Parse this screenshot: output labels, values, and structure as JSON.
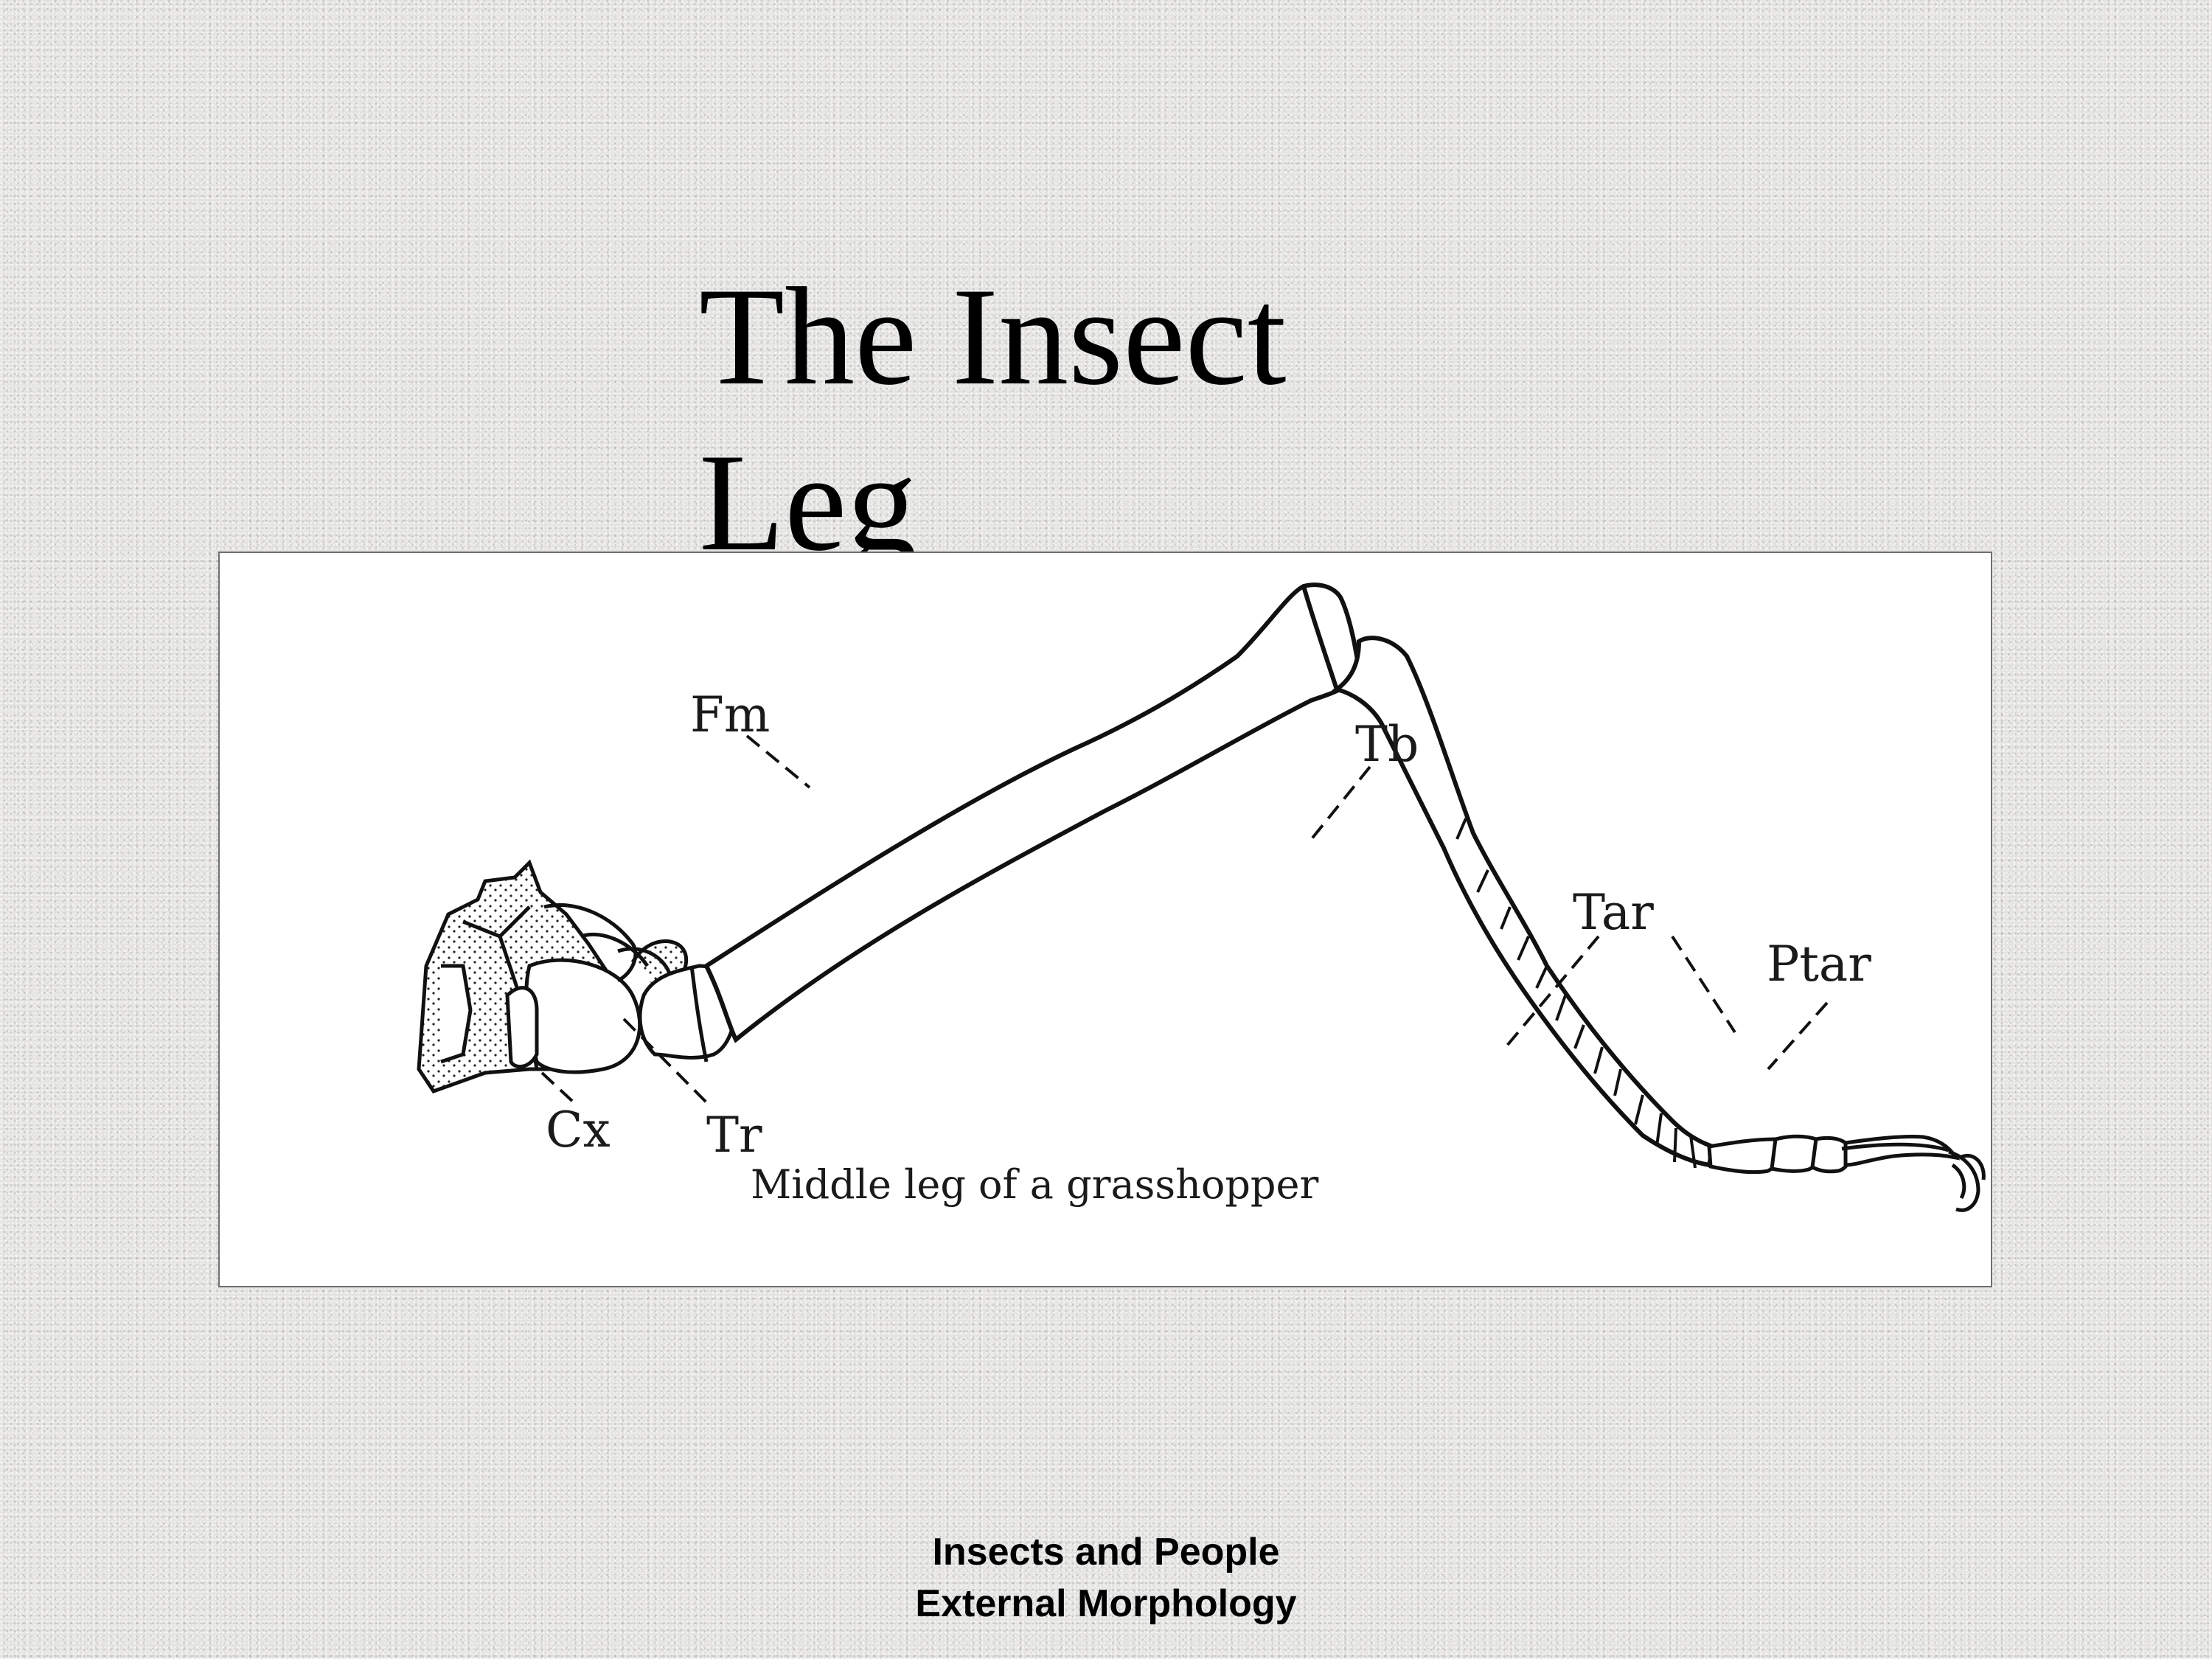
{
  "slide": {
    "title_line1": "The Insect",
    "title_line2": "Leg"
  },
  "figure": {
    "caption": "Middle leg of a grasshopper",
    "labels": {
      "femur": "Fm",
      "tibia": "Tb",
      "tarsus": "Tar",
      "pretarsus": "Ptar",
      "coxa": "Cx",
      "trochanter": "Tr"
    }
  },
  "footer": {
    "line1": "Insects and People",
    "line2": "External Morphology"
  }
}
